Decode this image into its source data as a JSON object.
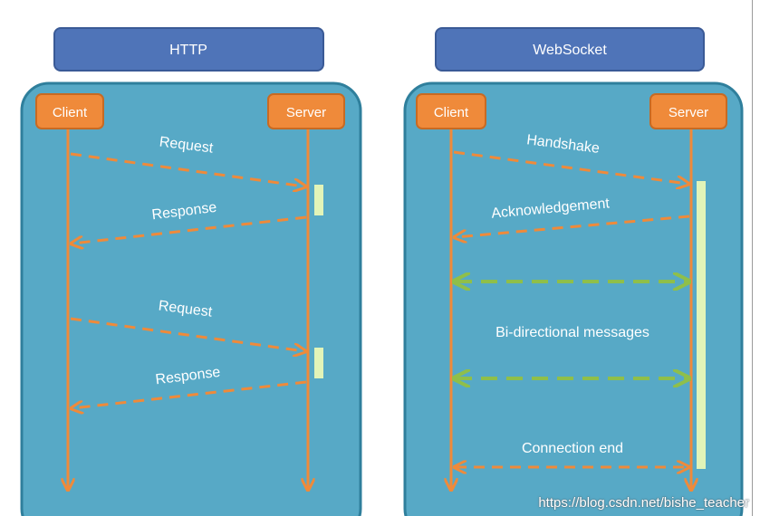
{
  "http": {
    "title": "HTTP",
    "client": "Client",
    "server": "Server",
    "messages": [
      "Request",
      "Response",
      "Request",
      "Response"
    ]
  },
  "websocket": {
    "title": "WebSocket",
    "client": "Client",
    "server": "Server",
    "handshake": "Handshake",
    "acknowledgement": "Acknowledgement",
    "bidirectional": "Bi-directional messages",
    "connection_end": "Connection end"
  },
  "watermark": "https://blog.csdn.net/bishe_teacher",
  "colors": {
    "title_fill": "#4f74b8",
    "title_border": "#3a5a96",
    "panel_fill": "#57a9c6",
    "panel_border": "#2f7f9c",
    "node_fill": "#ef8a3a",
    "node_border": "#c86a22",
    "lifeline": "#ef8a3a",
    "bidirectional_arrow": "#8fbf4a",
    "activation": "#e2f4b8"
  }
}
